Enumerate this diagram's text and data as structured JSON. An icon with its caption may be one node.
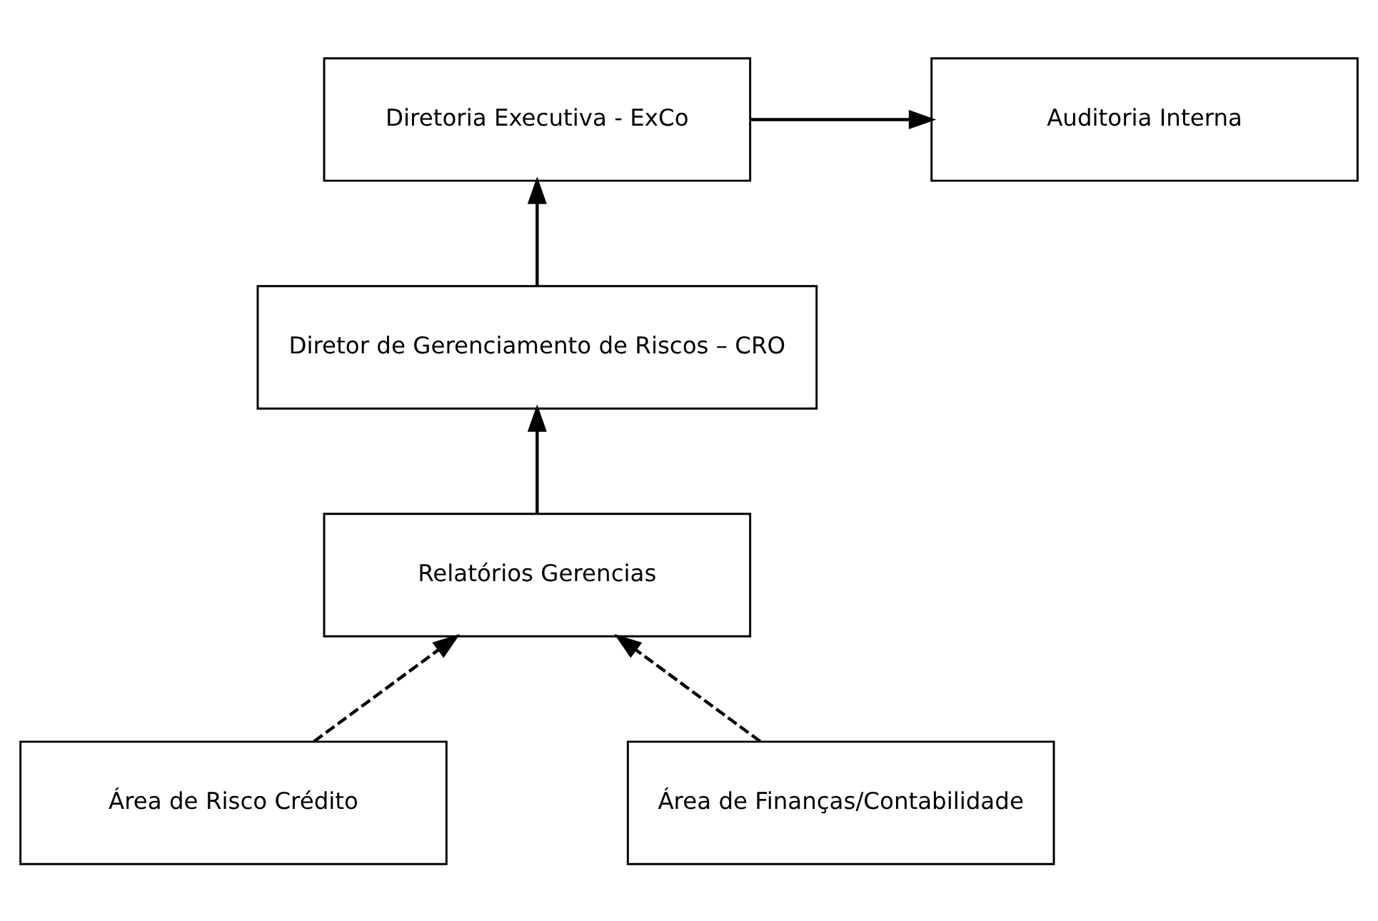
{
  "diagram": {
    "nodes": [
      {
        "text": [
          "Diretoria Executiva - ExCo"
        ]
      },
      {
        "text": [
          "Auditoria Interna"
        ]
      },
      {
        "text": [
          "Diretor de Gerenciamento de Riscos – CRO"
        ]
      },
      {
        "text": [
          "Relatórios Gerencias"
        ]
      },
      {
        "text": [
          "Área de Risco Crédito"
        ]
      },
      {
        "text": [
          "Área de Finanças/Contabilidade"
        ]
      }
    ],
    "edges": [
      {
        "from": 0,
        "to": 1,
        "arrow": "to"
      },
      {
        "from": 2,
        "to": 0,
        "arrow": "to"
      },
      {
        "from": 3,
        "to": 2,
        "arrow": "to"
      },
      {
        "from": 4,
        "to": 3,
        "arrow": "to",
        "style": "dashed"
      },
      {
        "from": 5,
        "to": 3,
        "arrow": "to",
        "style": "dashed"
      }
    ]
  }
}
